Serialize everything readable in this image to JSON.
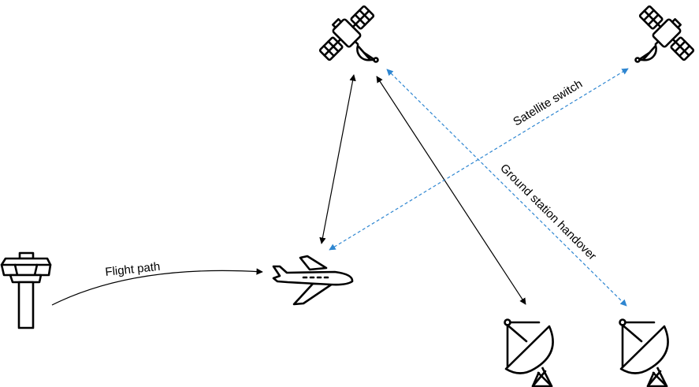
{
  "diagram": {
    "title": "Aircraft satellite communication handover",
    "colors": {
      "link": "#000000",
      "handover": "#2E86D1",
      "icon": "#000000",
      "background": "#ffffff"
    },
    "nodes": [
      {
        "id": "satellite-1",
        "icon": "satellite-icon",
        "label": ""
      },
      {
        "id": "satellite-2",
        "icon": "satellite-icon",
        "label": ""
      },
      {
        "id": "control-tower",
        "icon": "control-tower-icon",
        "label": ""
      },
      {
        "id": "aircraft",
        "icon": "airplane-icon",
        "label": ""
      },
      {
        "id": "ground-station-1",
        "icon": "satellite-dish-icon",
        "label": ""
      },
      {
        "id": "ground-station-2",
        "icon": "satellite-dish-icon",
        "label": ""
      }
    ],
    "edges": [
      {
        "id": "flight-path",
        "from": "control-tower",
        "to": "aircraft",
        "style": "solid-curve",
        "label": "Flight path"
      },
      {
        "id": "aircraft-satellite-1",
        "from": "aircraft",
        "to": "satellite-1",
        "style": "solid-bidirectional",
        "label": ""
      },
      {
        "id": "satellite-1-ground-station-1",
        "from": "satellite-1",
        "to": "ground-station-1",
        "style": "solid-bidirectional",
        "label": ""
      },
      {
        "id": "satellite-switch",
        "from": "aircraft",
        "to": "satellite-2",
        "style": "dashed-bidirectional",
        "label": "Satellite switch"
      },
      {
        "id": "ground-station-handover",
        "from": "satellite-1",
        "to": "ground-station-2",
        "style": "dashed-bidirectional",
        "label": "Ground station handover"
      }
    ]
  }
}
